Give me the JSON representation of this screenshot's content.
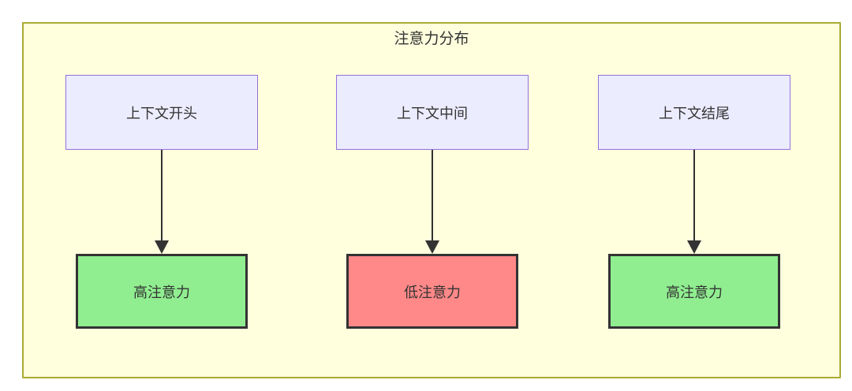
{
  "diagram": {
    "title": "注意力分布",
    "columns": [
      {
        "source": "上下文开头",
        "target": "高注意力",
        "attention_level": "high"
      },
      {
        "source": "上下文中间",
        "target": "低注意力",
        "attention_level": "low"
      },
      {
        "source": "上下文结尾",
        "target": "高注意力",
        "attention_level": "high"
      }
    ],
    "colors": {
      "container_fill": "#FFFFDE",
      "container_border": "#AAAA33",
      "source_fill": "#ECECFF",
      "source_border": "#9370DB",
      "high_fill": "#90EE90",
      "low_fill": "#FF8888",
      "target_border": "#333333",
      "text": "#333333",
      "arrow": "#333333"
    }
  }
}
